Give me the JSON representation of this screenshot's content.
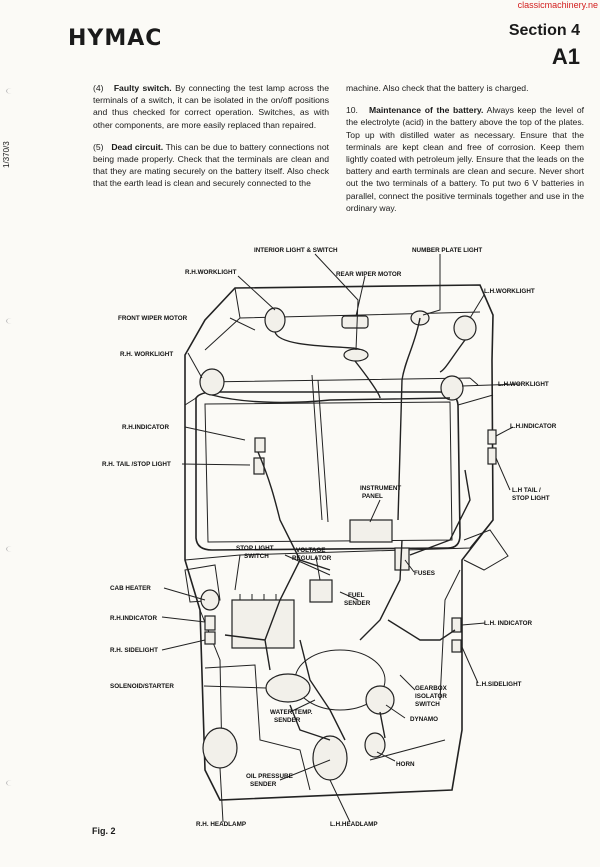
{
  "header": {
    "watermark": "classicmachinery.ne",
    "brand": "HYMAC",
    "section": "Section 4",
    "section_no": "A1",
    "side_ref": "1/370/3"
  },
  "text": {
    "p4_title": "Faulty switch.",
    "p4_num": "(4)",
    "p4_body": "By connecting the test lamp across the terminals of a switch, it can be isolated in the on/off positions and thus checked for correct operation. Switches, as with other components, are more easily replaced than repaired.",
    "p5_num": "(5)",
    "p5_title": "Dead circuit.",
    "p5_body": "This can be due to battery connections not being made properly. Check that the terminals are clean and that they are mating securely on the battery itself. Also check that the earth lead is clean and securely connected to the",
    "p5_cont": "machine. Also check that the battery is charged.",
    "p10_num": "10.",
    "p10_title": "Maintenance of the battery.",
    "p10_body": "Always keep the level of the electrolyte (acid) in the battery above the top of the plates. Top up with distilled water as necessary. Ensure that the terminals are kept clean and free of corrosion. Keep them lightly coated with petroleum jelly. Ensure that the leads on the battery and earth terminals are clean and secure. Never short out the two terminals of a battery. To put two 6 V batteries in parallel, connect the positive terminals together and use in the ordinary way."
  },
  "labels": {
    "interior_light": "INTERIOR LIGHT & SWITCH",
    "number_plate": "NUMBER PLATE LIGHT",
    "rh_worklight_top": "R.H.WORKLIGHT",
    "rear_wiper": "REAR WIPER MOTOR",
    "lh_worklight_top": "L.H.WORKLIGHT",
    "front_wiper": "FRONT WIPER MOTOR",
    "rh_worklight": "R.H. WORKLIGHT",
    "lh_worklight": "L.H.WORKLIGHT",
    "rh_indicator_top": "R.H.INDICATOR",
    "lh_indicator_top": "L.H.INDICATOR",
    "rh_tail": "R.H. TAIL /STOP LIGHT",
    "lh_tail_1": "L.H TAIL /",
    "lh_tail_2": "STOP LIGHT",
    "instrument_1": "INSTRUMENT",
    "instrument_2": "PANEL",
    "stop_switch_1": "STOP LIGHT",
    "stop_switch_2": "SWITCH",
    "voltage_1": "VOLTAGE",
    "voltage_2": "REGULATOR",
    "fuses": "FUSES",
    "cab_heater": "CAB HEATER",
    "fuel_1": "FUEL",
    "fuel_2": "SENDER",
    "rh_indicator": "R.H.INDICATOR",
    "lh_indicator": "L.H. INDICATOR",
    "rh_sidelight": "R.H. SIDELIGHT",
    "lh_sidelight": "L.H.SIDELIGHT",
    "solenoid": "SOLENOID/STARTER",
    "gearbox_1": "GEARBOX",
    "gearbox_2": "ISOLATOR",
    "gearbox_3": "SWITCH",
    "water_1": "WATER TEMP.",
    "water_2": "SENDER",
    "dynamo": "DYNAMO",
    "horn": "HORN",
    "oil_1": "OIL PRESSURE",
    "oil_2": "SENDER",
    "rh_headlamp": "R.H. HEADLAMP",
    "lh_headlamp": "L.H.HEADLAMP"
  },
  "figure": {
    "caption": "Fig. 2"
  }
}
